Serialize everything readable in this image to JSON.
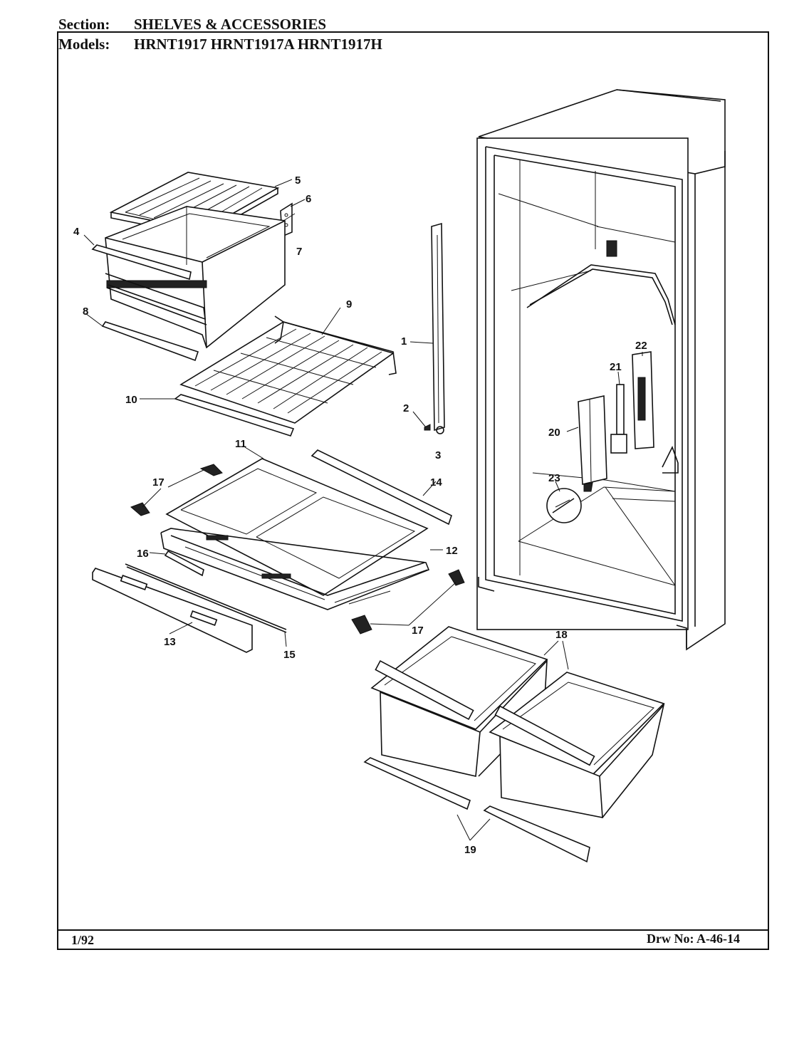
{
  "header": {
    "section_label": "Section:",
    "section_value": "SHELVES & ACCESSORIES",
    "models_label": "Models:",
    "models_value": "HRNT1917  HRNT1917A  HRNT1917H"
  },
  "footer": {
    "date": "1/92",
    "drawing_number": "Drw No: A-46-14"
  },
  "callouts": [
    "1",
    "2",
    "3",
    "4",
    "5",
    "6",
    "7",
    "8",
    "9",
    "10",
    "11",
    "12",
    "13",
    "14",
    "15",
    "16",
    "17",
    "18",
    "19",
    "20",
    "21",
    "22",
    "23"
  ],
  "callout_17_repeat": "17",
  "callout_18": "18",
  "callout_19": "19"
}
